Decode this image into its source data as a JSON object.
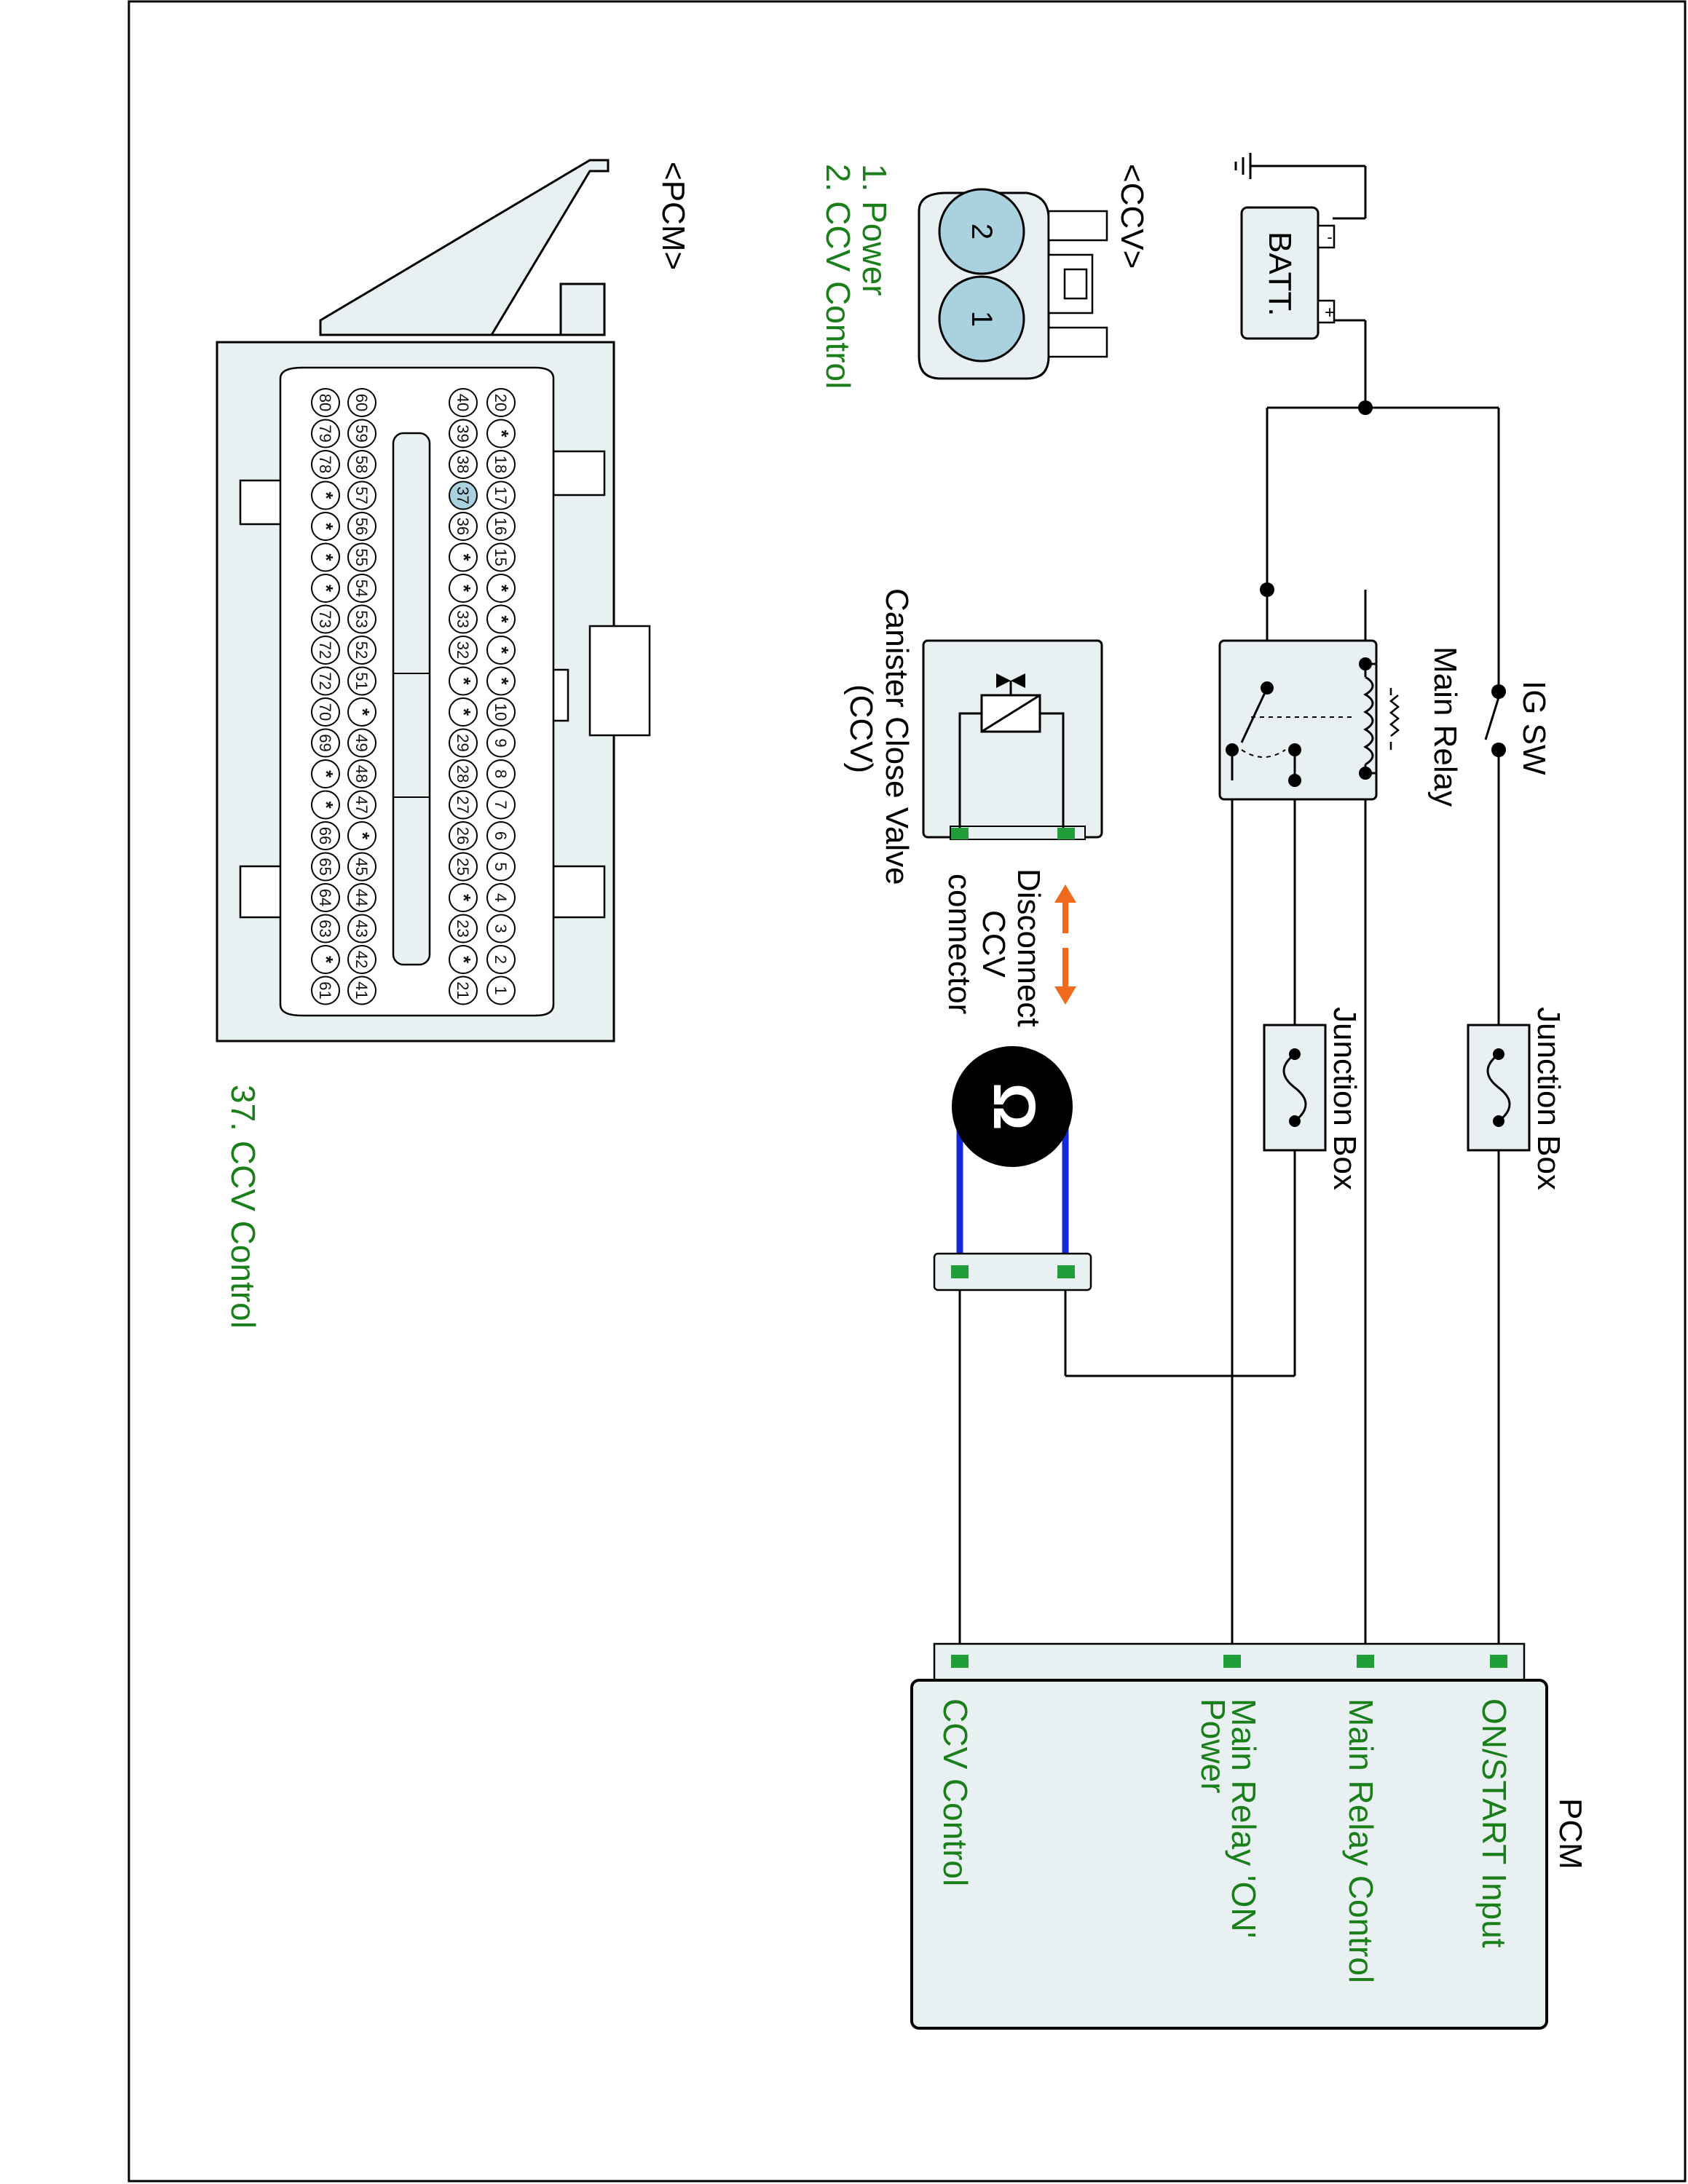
{
  "labels": {
    "batt": "BATT.",
    "ig_sw": "IG SW",
    "main_relay": "Main Relay",
    "junction_box_1": "Junction Box",
    "junction_box_2": "Junction Box",
    "ccv_name": "Canister Close Valve",
    "ccv_abbr": "(CCV)",
    "disconnect_1": "Disconnect",
    "disconnect_2": "CCV",
    "disconnect_3": "connector",
    "pcm": "PCM",
    "pcm_pins": [
      "ON/START Input",
      "Main Relay Control",
      "Main Relay 'ON'",
      "Power",
      "CCV Control"
    ],
    "ccv_conn_title": "<CCV>",
    "ccv_pin_1": "1. Power",
    "ccv_pin_2": "2. CCV Control",
    "pcm_conn_title": "<PCM>",
    "pcm_pin_note": "37. CCV Control",
    "ohm_symbol": "Ω"
  },
  "ccv_connector": {
    "pins": [
      "2",
      "1"
    ]
  },
  "pcm_connector": {
    "row1": [
      "20",
      "*",
      "18",
      "17",
      "16",
      "15",
      "*",
      "*",
      "*",
      "*",
      "10",
      "9",
      "8",
      "7",
      "6",
      "5",
      "4",
      "3",
      "2",
      "1"
    ],
    "row2": [
      "40",
      "39",
      "38",
      "37",
      "36",
      "*",
      "*",
      "33",
      "32",
      "*",
      "*",
      "29",
      "28",
      "27",
      "26",
      "25",
      "*",
      "23",
      "*",
      "21"
    ],
    "row3": [
      "60",
      "59",
      "58",
      "57",
      "56",
      "55",
      "54",
      "53",
      "52",
      "51",
      "*",
      "49",
      "48",
      "47",
      "*",
      "45",
      "44",
      "43",
      "42",
      "41"
    ],
    "row4": [
      "80",
      "79",
      "78",
      "*",
      "*",
      "*",
      "*",
      "73",
      "72",
      "72",
      "70",
      "69",
      "*",
      "*",
      "66",
      "65",
      "64",
      "63",
      "*",
      "61"
    ],
    "highlighted_pin": "37"
  },
  "colors": {
    "wire": "#000000",
    "meter_lead": "#1428d8",
    "arrow": "#f06a1e",
    "terminal": "#1f9e3a",
    "label_green": "#1a7f1a",
    "box_fill": "#e9f0f1",
    "pin_highlight": "#a9d2de"
  }
}
